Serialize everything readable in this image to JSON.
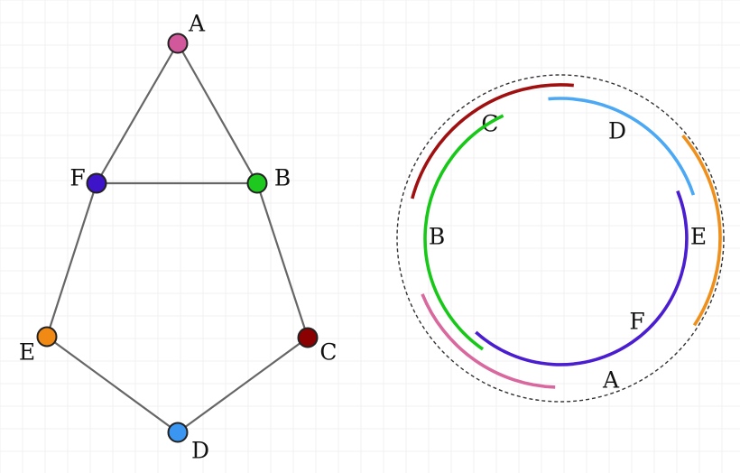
{
  "graph": {
    "vertices": [
      {
        "id": "A",
        "label": "A",
        "color": "#d1589a"
      },
      {
        "id": "B",
        "label": "B",
        "color": "#1ec81e"
      },
      {
        "id": "C",
        "label": "C",
        "color": "#8b0000"
      },
      {
        "id": "D",
        "label": "D",
        "color": "#3a96f0"
      },
      {
        "id": "E",
        "label": "E",
        "color": "#f08a14"
      },
      {
        "id": "F",
        "label": "F",
        "color": "#3d14c8"
      }
    ],
    "edges": [
      [
        "A",
        "F"
      ],
      [
        "A",
        "B"
      ],
      [
        "F",
        "B"
      ],
      [
        "F",
        "E"
      ],
      [
        "B",
        "C"
      ],
      [
        "E",
        "D"
      ],
      [
        "C",
        "D"
      ]
    ],
    "edge_color": "#666666",
    "vertex_stroke": "#222222"
  },
  "arcs": {
    "items": [
      {
        "id": "C",
        "label": "C",
        "color": "#a01010"
      },
      {
        "id": "D",
        "label": "D",
        "color": "#4aa8f4"
      },
      {
        "id": "E",
        "label": "E",
        "color": "#f0901c"
      },
      {
        "id": "B",
        "label": "B",
        "color": "#18c818"
      },
      {
        "id": "F",
        "label": "F",
        "color": "#4a1ed0"
      },
      {
        "id": "A",
        "label": "A",
        "color": "#d8689e"
      }
    ],
    "boundary_style": "dashed"
  }
}
